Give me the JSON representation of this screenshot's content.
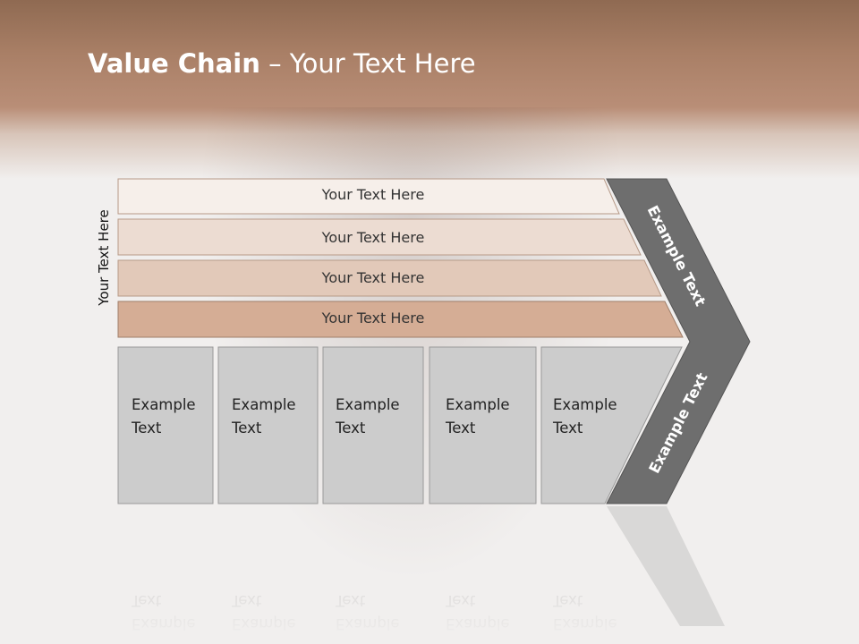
{
  "slide": {
    "title_bold": "Value Chain",
    "title_rest": " – Your Text Here",
    "side_label": "Your Text Here"
  },
  "bars": [
    {
      "label": "Your Text Here"
    },
    {
      "label": "Your Text Here"
    },
    {
      "label": "Your Text Here"
    },
    {
      "label": "Your Text Here"
    }
  ],
  "columns": [
    {
      "line1": "Example",
      "line2": "Text"
    },
    {
      "line1": "Example",
      "line2": "Text"
    },
    {
      "line1": "Example",
      "line2": "Text"
    },
    {
      "line1": "Example",
      "line2": "Text"
    },
    {
      "line1": "Example",
      "line2": "Text"
    }
  ],
  "arrow": {
    "upper_label": "Example Text",
    "lower_label": "Example Text"
  },
  "colors": {
    "header": "#a97f66",
    "bar1": "#f6efea",
    "bar2": "#ecdcd2",
    "bar3": "#e2c9b9",
    "bar4": "#d5ad95",
    "column": "#cccccc",
    "arrow": "#6e6e6e"
  }
}
